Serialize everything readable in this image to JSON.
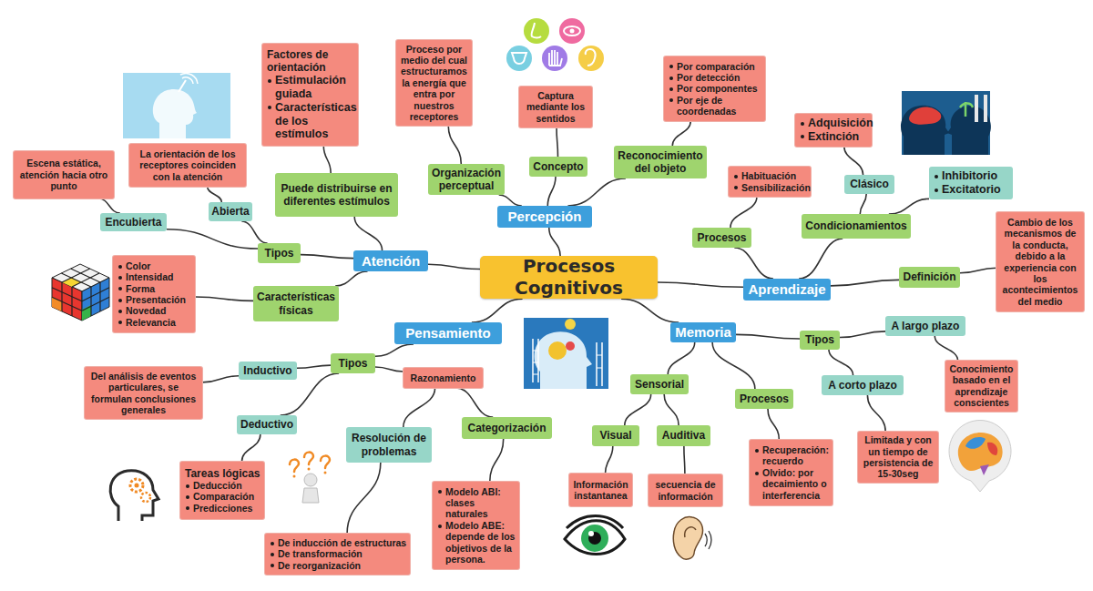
{
  "diagram": {
    "nodes": [
      {
        "text": [
          "Procesos Cognitivos"
        ]
      },
      {
        "text": [
          "Percepción"
        ]
      },
      {
        "text": [
          "Organización perceptual"
        ]
      },
      {
        "text": [
          "Proceso por medio del cual estructuramos la energía que entra por nuestros receptores"
        ]
      },
      {
        "text": [
          "Concepto"
        ]
      },
      {
        "text": [
          "Captura mediante los sentidos"
        ]
      },
      {
        "text": [
          "Reconocimiento del objeto"
        ]
      },
      {
        "text": [
          "Por comparación",
          "Por detección",
          "Por componentes",
          "Por eje de coordenadas"
        ]
      },
      {
        "text": [
          "Atención"
        ]
      },
      {
        "text": [
          "Tipos"
        ]
      },
      {
        "text": [
          "Encubierta"
        ]
      },
      {
        "text": [
          "Escena estática, atención hacia otro punto"
        ]
      },
      {
        "text": [
          "Abierta"
        ]
      },
      {
        "text": [
          "La orientación de los receptores coinciden con la atención"
        ]
      },
      {
        "text": [
          "Puede distribuirse en diferentes estímulos"
        ]
      },
      {
        "text": [
          "Factores de orientación",
          "Estimulación guiada",
          "Características de los estímulos"
        ]
      },
      {
        "text": [
          "Características físicas"
        ]
      },
      {
        "text": [
          "Color",
          "Intensidad",
          "Forma",
          "Presentación",
          "Novedad",
          "Relevancia"
        ]
      },
      {
        "text": [
          "Pensamiento"
        ]
      },
      {
        "text": [
          "Tipos"
        ]
      },
      {
        "text": [
          "Inductivo"
        ]
      },
      {
        "text": [
          "Del análisis de eventos particulares, se formulan conclusiones generales"
        ]
      },
      {
        "text": [
          "Deductivo"
        ]
      },
      {
        "text": [
          "Tareas lógicas",
          "Deducción",
          "Comparación",
          "Predicciones"
        ]
      },
      {
        "text": [
          "Razonamiento"
        ]
      },
      {
        "text": [
          "Resolución de problemas"
        ]
      },
      {
        "text": [
          "De inducción de estructuras",
          "De transformación",
          "De reorganización"
        ]
      },
      {
        "text": [
          "Categorización"
        ]
      },
      {
        "text": [
          "Modelo ABI: clases naturales",
          "Modelo ABE: depende de los objetivos de la persona."
        ]
      },
      {
        "text": [
          "Memoria"
        ]
      },
      {
        "text": [
          "Sensorial"
        ]
      },
      {
        "text": [
          "Visual"
        ]
      },
      {
        "text": [
          "Información instantanea"
        ]
      },
      {
        "text": [
          "Auditiva"
        ]
      },
      {
        "text": [
          "secuencia de información"
        ]
      },
      {
        "text": [
          "Procesos"
        ]
      },
      {
        "text": [
          "Recuperación: recuerdo",
          "Olvido: por decaimiento o interferencia"
        ]
      },
      {
        "text": [
          "Tipos"
        ]
      },
      {
        "text": [
          "A largo plazo"
        ]
      },
      {
        "text": [
          "Conocimiento basado en el aprendizaje conscientes"
        ]
      },
      {
        "text": [
          "A corto plazo"
        ]
      },
      {
        "text": [
          "Limitada y con un tiempo de persistencia de 15-30seg"
        ]
      },
      {
        "text": [
          "Aprendizaje"
        ]
      },
      {
        "text": [
          "Procesos"
        ]
      },
      {
        "text": [
          "Habituación",
          "Sensibilización"
        ]
      },
      {
        "text": [
          "Condicionamientos"
        ]
      },
      {
        "text": [
          "Clásico"
        ]
      },
      {
        "text": [
          "Adquisición",
          "Extinción"
        ]
      },
      {
        "text": [
          "Inhibitorio",
          "Excitatorio"
        ]
      },
      {
        "text": [
          "Definición"
        ]
      },
      {
        "text": [
          "Cambio de los mecanismos de la conducta, debido a la experiencia con los acontecimientos del medio"
        ]
      }
    ],
    "edges": [
      {
        "from": 0,
        "to": 1,
        "arrow": "none"
      },
      {
        "from": 1,
        "to": 2,
        "arrow": "none"
      },
      {
        "from": 2,
        "to": 3,
        "arrow": "none"
      },
      {
        "from": 1,
        "to": 4,
        "arrow": "none"
      },
      {
        "from": 4,
        "to": 5,
        "arrow": "none"
      },
      {
        "from": 1,
        "to": 6,
        "arrow": "none"
      },
      {
        "from": 6,
        "to": 7,
        "arrow": "none"
      },
      {
        "from": 0,
        "to": 8,
        "arrow": "none"
      },
      {
        "from": 8,
        "to": 9,
        "arrow": "none"
      },
      {
        "from": 9,
        "to": 10,
        "arrow": "none"
      },
      {
        "from": 10,
        "to": 11,
        "arrow": "none"
      },
      {
        "from": 9,
        "to": 12,
        "arrow": "none"
      },
      {
        "from": 12,
        "to": 13,
        "arrow": "none"
      },
      {
        "from": 8,
        "to": 14,
        "arrow": "none"
      },
      {
        "from": 14,
        "to": 15,
        "arrow": "none"
      },
      {
        "from": 8,
        "to": 16,
        "arrow": "none"
      },
      {
        "from": 16,
        "to": 17,
        "arrow": "none"
      },
      {
        "from": 0,
        "to": 18,
        "arrow": "none"
      },
      {
        "from": 18,
        "to": 19,
        "arrow": "none"
      },
      {
        "from": 19,
        "to": 20,
        "arrow": "none"
      },
      {
        "from": 20,
        "to": 21,
        "arrow": "none"
      },
      {
        "from": 19,
        "to": 22,
        "arrow": "none"
      },
      {
        "from": 22,
        "to": 23,
        "arrow": "none"
      },
      {
        "from": 19,
        "to": 24,
        "arrow": "none"
      },
      {
        "from": 24,
        "to": 25,
        "arrow": "none"
      },
      {
        "from": 25,
        "to": 26,
        "arrow": "none"
      },
      {
        "from": 24,
        "to": 27,
        "arrow": "none"
      },
      {
        "from": 27,
        "to": 28,
        "arrow": "none"
      },
      {
        "from": 0,
        "to": 29,
        "arrow": "none"
      },
      {
        "from": 29,
        "to": 30,
        "arrow": "none"
      },
      {
        "from": 30,
        "to": 31,
        "arrow": "none"
      },
      {
        "from": 31,
        "to": 32,
        "arrow": "none"
      },
      {
        "from": 30,
        "to": 33,
        "arrow": "none"
      },
      {
        "from": 33,
        "to": 34,
        "arrow": "none"
      },
      {
        "from": 29,
        "to": 35,
        "arrow": "none"
      },
      {
        "from": 35,
        "to": 36,
        "arrow": "none"
      },
      {
        "from": 29,
        "to": 37,
        "arrow": "none"
      },
      {
        "from": 37,
        "to": 38,
        "arrow": "none"
      },
      {
        "from": 38,
        "to": 39,
        "arrow": "none"
      },
      {
        "from": 37,
        "to": 40,
        "arrow": "none"
      },
      {
        "from": 40,
        "to": 41,
        "arrow": "none"
      },
      {
        "from": 0,
        "to": 42,
        "arrow": "none"
      },
      {
        "from": 42,
        "to": 43,
        "arrow": "none"
      },
      {
        "from": 43,
        "to": 44,
        "arrow": "none"
      },
      {
        "from": 42,
        "to": 45,
        "arrow": "none"
      },
      {
        "from": 45,
        "to": 46,
        "arrow": "none"
      },
      {
        "from": 46,
        "to": 47,
        "arrow": "none"
      },
      {
        "from": 45,
        "to": 48,
        "arrow": "none"
      },
      {
        "from": 42,
        "to": 49,
        "arrow": "none"
      },
      {
        "from": 49,
        "to": 50,
        "arrow": "none"
      }
    ]
  }
}
